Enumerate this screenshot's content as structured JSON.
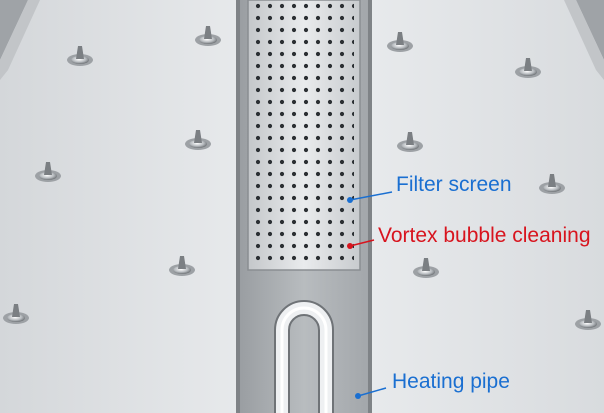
{
  "callouts": {
    "filter_screen": {
      "text": "Filter screen",
      "color": "#1a6fd1"
    },
    "vortex_bubble_cleaning": {
      "text": "Vortex bubble cleaning",
      "color": "#d8141e"
    },
    "heating_pipe": {
      "text": "Heating pipe",
      "color": "#1a6fd1"
    }
  },
  "scene": {
    "subject": "stainless steel tank floor",
    "left_jet_count": 6,
    "right_jet_count": 6,
    "colors": {
      "steel_light": "#e7e9eb",
      "steel_mid": "#c9ccd0",
      "steel_dark": "#8e9296",
      "channel": "#a9adb1",
      "hole": "#2b2f33",
      "callout_blue": "#1a6fd1",
      "callout_red": "#d8141e"
    }
  }
}
